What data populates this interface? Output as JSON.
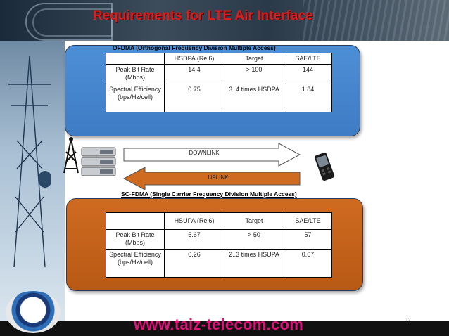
{
  "slide": {
    "title": "Requirements for LTE Air Interface",
    "footer_url": "www.taiz-telecom.com",
    "page_number": "12"
  },
  "ofdma": {
    "label": "OFDMA (Orthogonal Frequency Division Multiple Access)",
    "headers": [
      "",
      "HSDPA (Rel6)",
      "Target",
      "SAE/LTE"
    ],
    "rows": [
      [
        "Peak Bit Rate (Mbps)",
        "14.4",
        "> 100",
        "144"
      ],
      [
        "Spectral Efficiency (bps/Hz/cell)",
        "0.75",
        "3..4 times HSDPA",
        "1.84"
      ]
    ]
  },
  "scfdma": {
    "label": "SC-FDMA (Single Carrier Frequency Division Multiple Access)",
    "headers": [
      "",
      "HSUPA (Rel6)",
      "Target",
      "SAE/LTE"
    ],
    "rows": [
      [
        "Peak Bit Rate (Mbps)",
        "5.67",
        "> 50",
        "57"
      ],
      [
        "Spectral Efficiency (bps/Hz/cell)",
        "0.26",
        "2..3 times HSUPA",
        "0.67"
      ]
    ]
  },
  "links": {
    "downlink": "DOWNLINK",
    "uplink": "UPLINK"
  },
  "colors": {
    "ofdma_panel": "#4d8fd6",
    "scfdma_panel": "#cf6b21",
    "title": "#d81f1f",
    "footer_url": "#e0117a"
  },
  "icons": [
    "antenna-tower-icon",
    "base-station-icon",
    "mobile-phone-icon",
    "company-logo-icon"
  ]
}
